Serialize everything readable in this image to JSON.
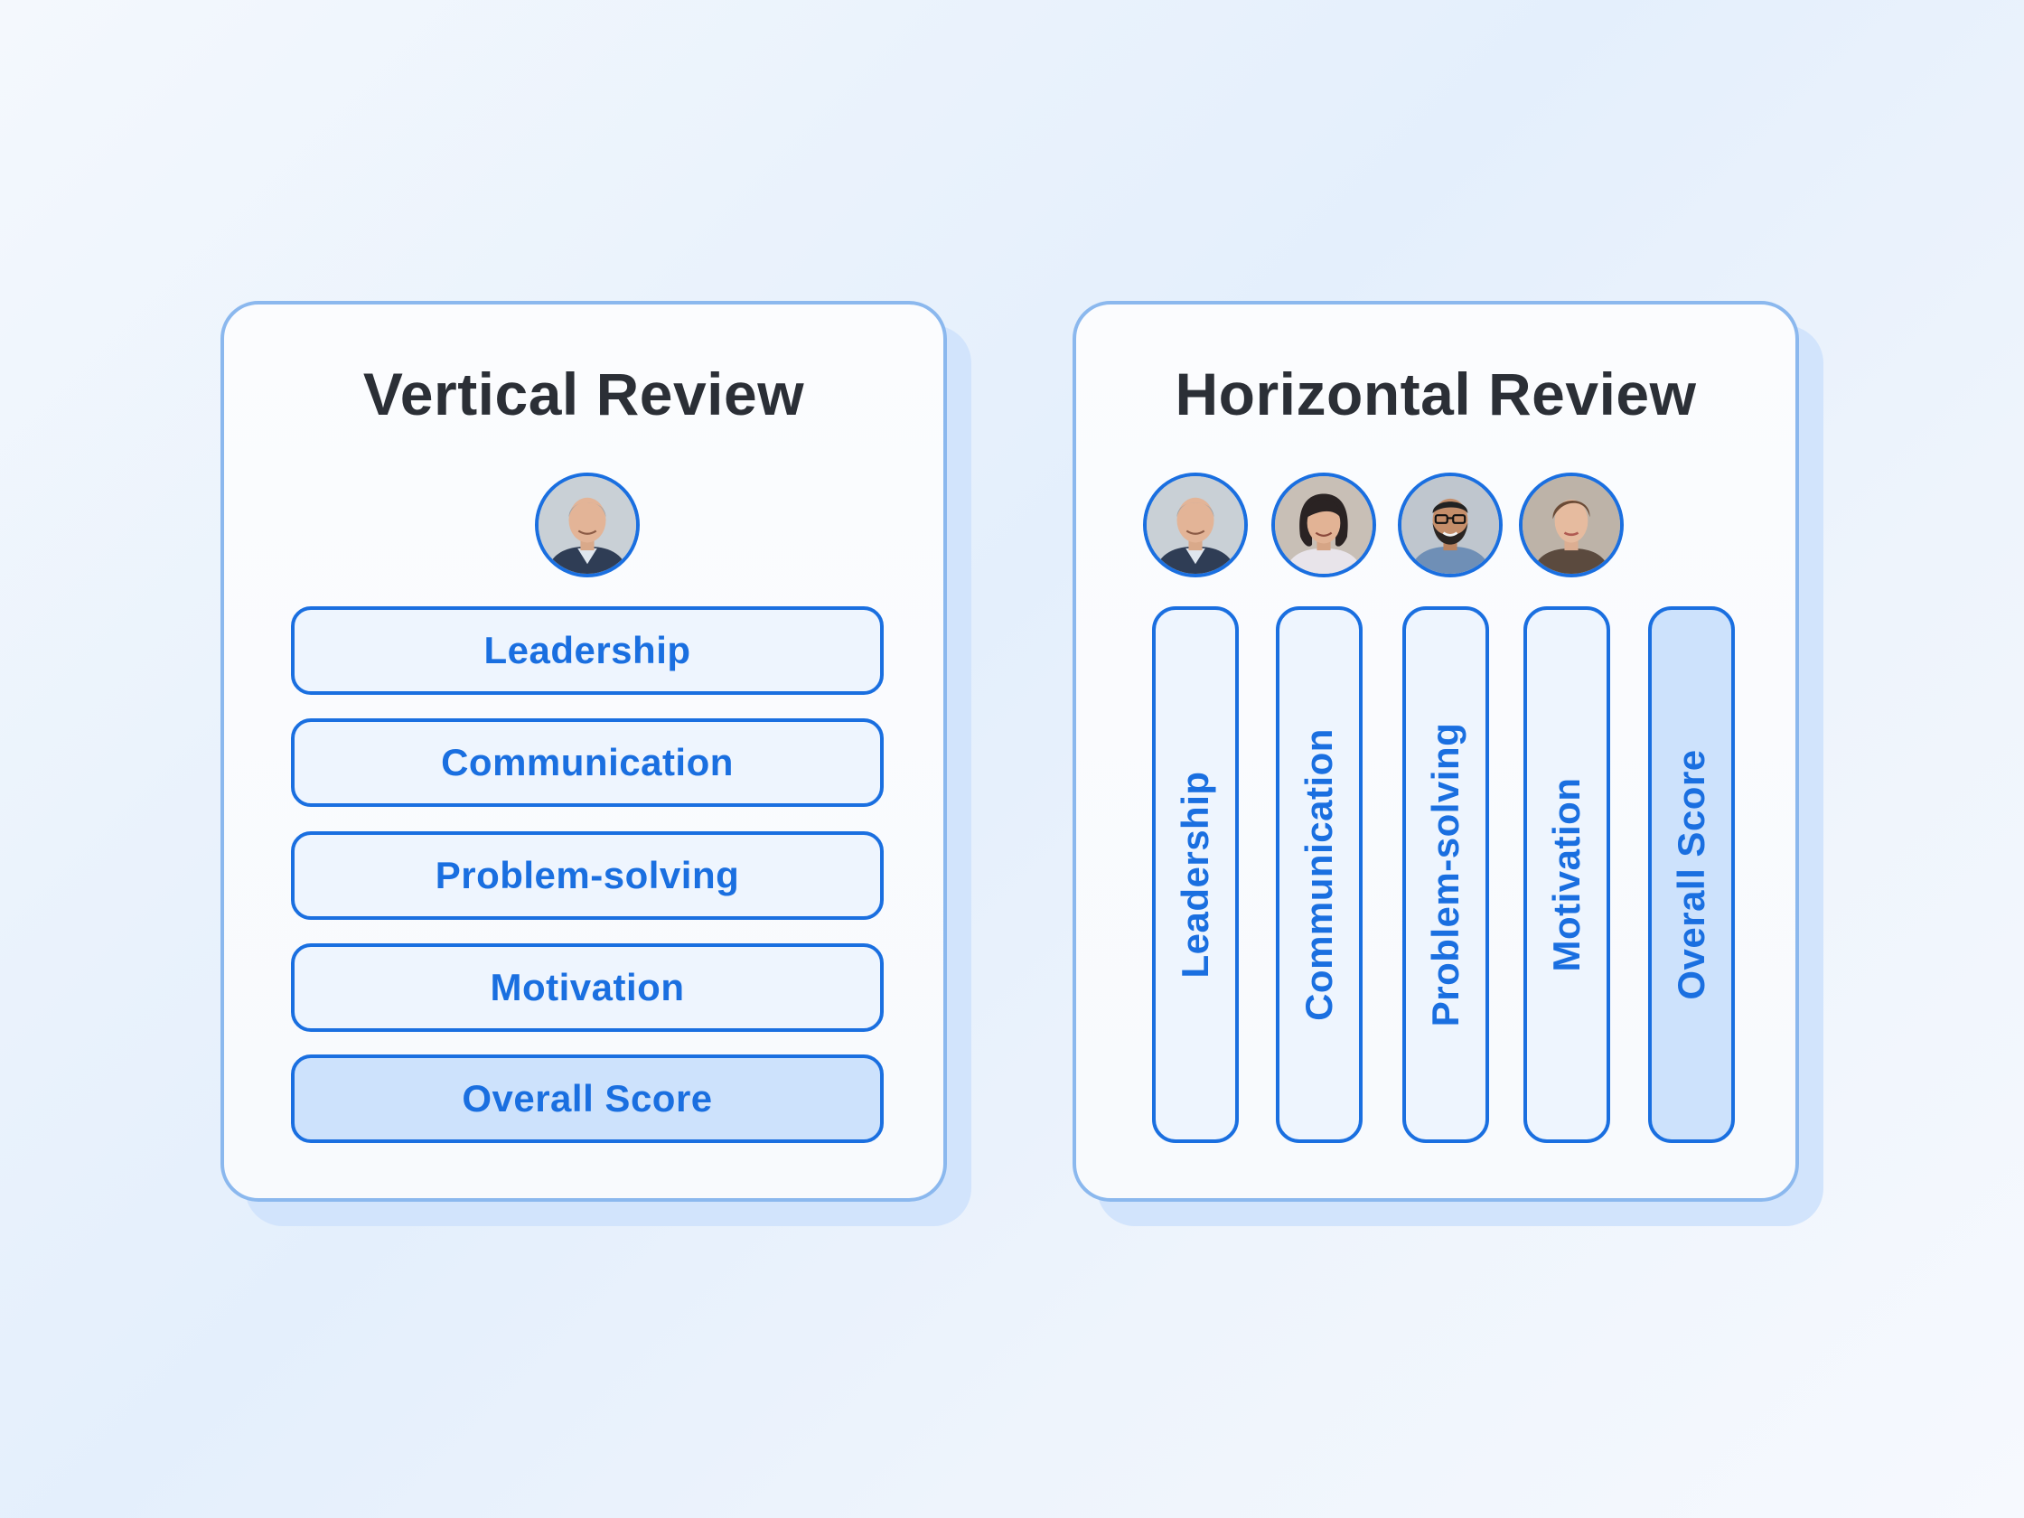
{
  "vertical_review": {
    "title": "Vertical Review",
    "reviewers": [
      {
        "icon": "reviewer-man-gray-hair-avatar"
      }
    ],
    "criteria": [
      {
        "label": "Leadership"
      },
      {
        "label": "Communication"
      },
      {
        "label": "Problem-solving"
      },
      {
        "label": "Motivation"
      },
      {
        "label": "Overall Score",
        "highlighted": true
      }
    ]
  },
  "horizontal_review": {
    "title": "Horizontal Review",
    "reviewers": [
      {
        "icon": "reviewer-man-gray-hair-avatar"
      },
      {
        "icon": "reviewer-woman-dark-hair-avatar"
      },
      {
        "icon": "reviewer-man-glasses-beard-avatar"
      },
      {
        "icon": "reviewer-woman-short-hair-avatar"
      }
    ],
    "criteria": [
      {
        "label": "Leadership"
      },
      {
        "label": "Communication"
      },
      {
        "label": "Problem-solving"
      },
      {
        "label": "Motivation"
      },
      {
        "label": "Overall Score",
        "highlighted": true
      }
    ]
  },
  "colors": {
    "accent": "#1a6fe0",
    "card_border": "#8bb8ee",
    "pill_fill": "#eef5fe",
    "highlight_fill": "#cde2fc",
    "title_text": "#2b2f36"
  }
}
